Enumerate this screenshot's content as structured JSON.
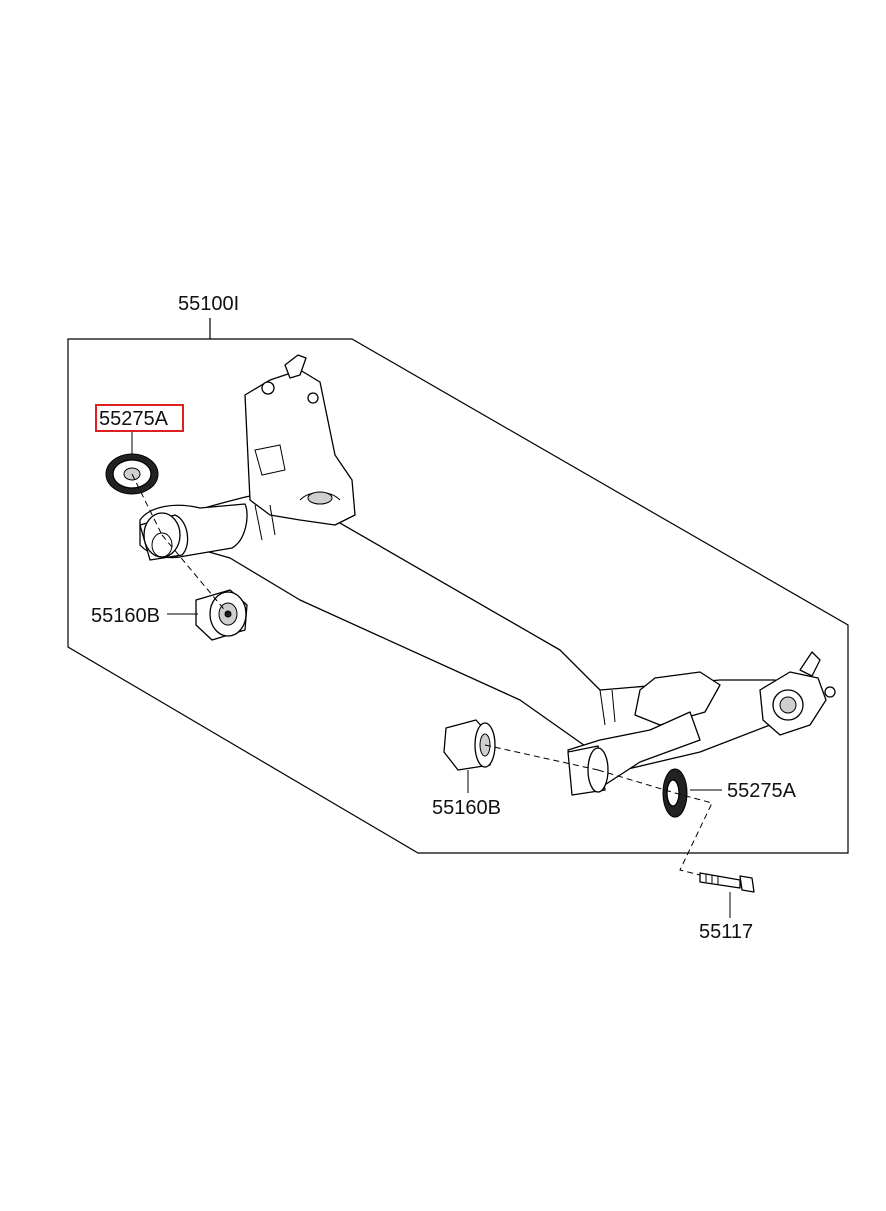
{
  "labels": {
    "assembly": "55100I",
    "washer_top": "55275A",
    "washer_bottom": "55275A",
    "bushing_left": "55160B",
    "bushing_right": "55160B",
    "bolt": "55117"
  },
  "highlight": {
    "color": "#e02020"
  }
}
